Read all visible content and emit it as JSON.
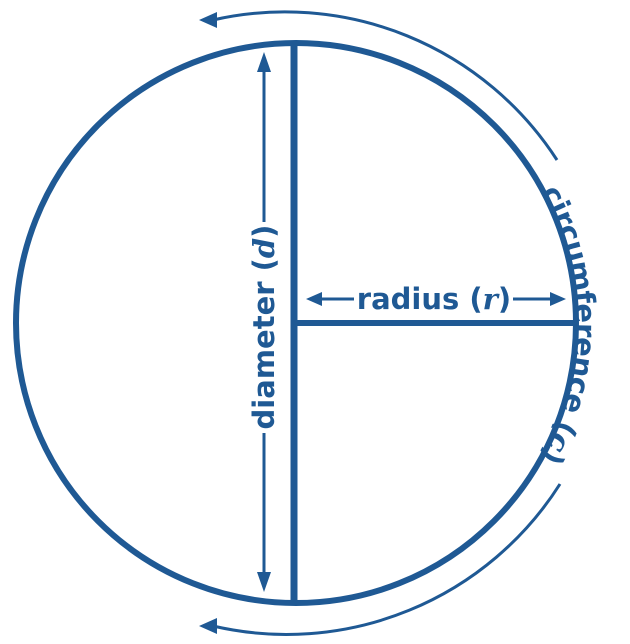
{
  "colors": {
    "stroke": "#1f5994",
    "background": "#ffffff"
  },
  "labels": {
    "diameter": {
      "word": "diameter",
      "open": " (",
      "symbol": "d",
      "close": ")"
    },
    "radius": {
      "word": "radius",
      "open": " (",
      "symbol": "r",
      "close": ")"
    },
    "circumference": {
      "word": "circumference",
      "open": " (",
      "symbol": "c",
      "close": ")"
    }
  }
}
